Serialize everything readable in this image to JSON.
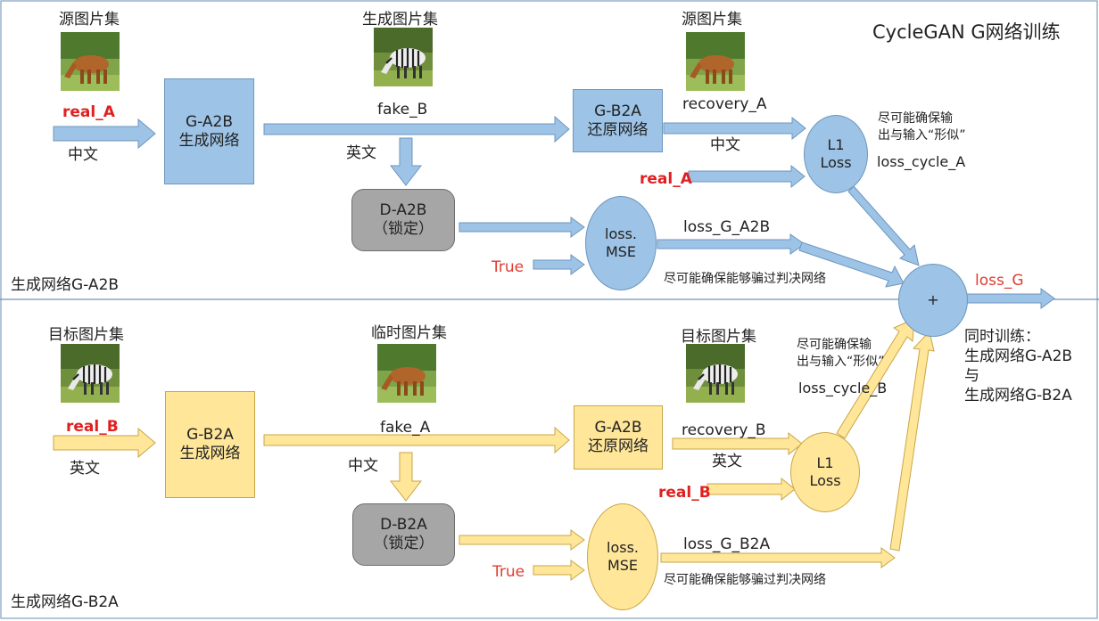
{
  "title": "CycleGAN G网络训练",
  "section_top": "生成网络G-A2B",
  "section_bottom": "生成网络G-B2A",
  "top": {
    "src_set": "源图片集",
    "gen_set": "生成图片集",
    "src_set2": "源图片集",
    "real_a": "real_A",
    "lang_zh": "中文",
    "gen_box": [
      "G-A2B",
      "生成网络"
    ],
    "fake_b": "fake_B",
    "lang_en": "英文",
    "restore_box": [
      "G-B2A",
      "还原网络"
    ],
    "recovery_a": "recovery_A",
    "lang_zh2": "中文",
    "l1": [
      "L1",
      "Loss"
    ],
    "note_form": [
      "尽可能确保输",
      "出与输入“形似”"
    ],
    "loss_cycle_a": "loss_cycle_A",
    "real_a2": "real_A",
    "disc_box": [
      "D-A2B",
      "（锁定）"
    ],
    "mse": [
      "loss.",
      "MSE"
    ],
    "loss_g_a2b": "loss_G_A2B",
    "true_label": "True",
    "note_fool": "尽可能确保能够骗过判决网络"
  },
  "bottom": {
    "tgt_set": "目标图片集",
    "tmp_set": "临时图片集",
    "tgt_set2": "目标图片集",
    "real_b": "real_B",
    "lang_en": "英文",
    "gen_box": [
      "G-B2A",
      "生成网络"
    ],
    "fake_a": "fake_A",
    "lang_zh": "中文",
    "restore_box": [
      "G-A2B",
      "还原网络"
    ],
    "recovery_b": "recovery_B",
    "lang_en2": "英文",
    "l1": [
      "L1",
      "Loss"
    ],
    "note_form": [
      "尽可能确保输",
      "出与输入“形似”"
    ],
    "loss_cycle_b": "loss_cycle_B",
    "real_b2": "real_B",
    "disc_box": [
      "D-B2A",
      "（锁定）"
    ],
    "mse": [
      "loss.",
      "MSE"
    ],
    "loss_g_b2a": "loss_G_B2A",
    "true_label": "True",
    "note_fool": "尽可能确保能够骗过判决网络"
  },
  "sum": {
    "symbol": "+",
    "loss_g": "loss_G",
    "note": [
      "同时训练：",
      "生成网络G-A2B",
      "与",
      "生成网络G-B2A"
    ]
  },
  "images": {
    "horse": "horse-photo",
    "zebra": "zebra-photo"
  },
  "colors": {
    "blue_fill": "#9dc3e6",
    "yellow_fill": "#ffe699",
    "gray_fill": "#a6a6a6",
    "red_text": "#e02020"
  }
}
